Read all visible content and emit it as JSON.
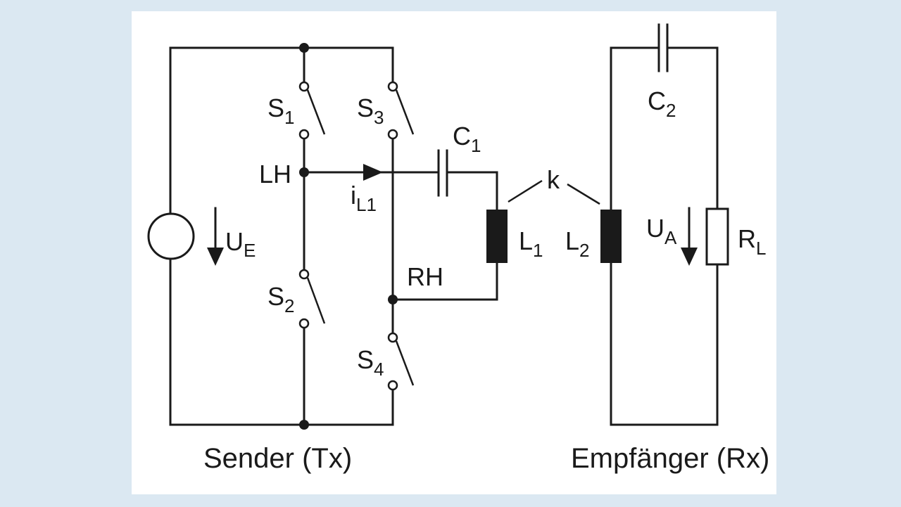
{
  "colors": {
    "background": "#dbe8f2",
    "panel": "#ffffff",
    "line": "#1a1a1a"
  },
  "labels": {
    "S1": {
      "main": "S",
      "sub": "1"
    },
    "S2": {
      "main": "S",
      "sub": "2"
    },
    "S3": {
      "main": "S",
      "sub": "3"
    },
    "S4": {
      "main": "S",
      "sub": "4"
    },
    "C1": {
      "main": "C",
      "sub": "1"
    },
    "C2": {
      "main": "C",
      "sub": "2"
    },
    "L1": {
      "main": "L",
      "sub": "1"
    },
    "L2": {
      "main": "L",
      "sub": "2"
    },
    "RL": {
      "main": "R",
      "sub": "L"
    },
    "UE": {
      "main": "U",
      "sub": "E"
    },
    "UA": {
      "main": "U",
      "sub": "A"
    },
    "iL1": {
      "main": "i",
      "sub": "L1"
    },
    "LH": "LH",
    "RH": "RH",
    "k": "k"
  },
  "captions": {
    "sender": "Sender (Tx)",
    "receiver": "Empfänger (Rx)"
  }
}
